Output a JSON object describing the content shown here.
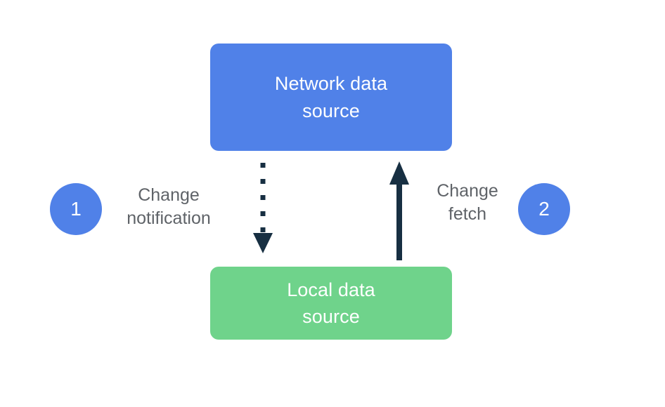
{
  "diagram": {
    "title": "Network data source and local data source synchronization flow",
    "background_color": "#ffffff",
    "nodes": [
      {
        "id": "network-data-source",
        "label": "Network data\nsource",
        "color": "#5081E8",
        "text_color": "#ffffff",
        "shape": "rounded-rectangle"
      },
      {
        "id": "local-data-source",
        "label": "Local data\nsource",
        "color": "#6FD38B",
        "text_color": "#ffffff",
        "shape": "rounded-rectangle"
      }
    ],
    "badges": [
      {
        "id": "step-1",
        "number": "1",
        "color": "#5081E8",
        "text_color": "#ffffff"
      },
      {
        "id": "step-2",
        "number": "2",
        "color": "#5081E8",
        "text_color": "#ffffff"
      }
    ],
    "edges": [
      {
        "id": "change-notification",
        "label": "Change\nnotification",
        "from": "network-data-source",
        "to": "local-data-source",
        "direction": "down",
        "style": "dotted",
        "color": "#172F42",
        "label_color": "#5F6368",
        "dot_count": 5
      },
      {
        "id": "change-fetch",
        "label": "Change\nfetch",
        "from": "local-data-source",
        "to": "network-data-source",
        "direction": "up",
        "style": "solid",
        "color": "#172F42",
        "label_color": "#5F6368"
      }
    ]
  }
}
